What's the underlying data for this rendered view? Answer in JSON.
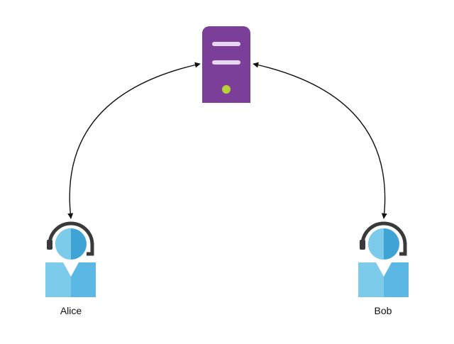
{
  "diagram": {
    "nodes": {
      "server": {
        "icon": "server-icon"
      },
      "alice": {
        "label": "Alice",
        "icon": "user-headset-icon"
      },
      "bob": {
        "label": "Bob",
        "icon": "user-headset-icon"
      }
    },
    "edges": [
      {
        "from": "server",
        "to": "alice",
        "arrows": "both"
      },
      {
        "from": "server",
        "to": "bob",
        "arrows": "both"
      }
    ],
    "colors": {
      "server_body": "#7B3F99",
      "server_slot": "#E6D9EF",
      "server_led": "#B5D334",
      "user_light": "#7DCBEB",
      "user_dark": "#3FA3D6",
      "headset": "#3A3A3A",
      "edge": "#111111"
    }
  }
}
